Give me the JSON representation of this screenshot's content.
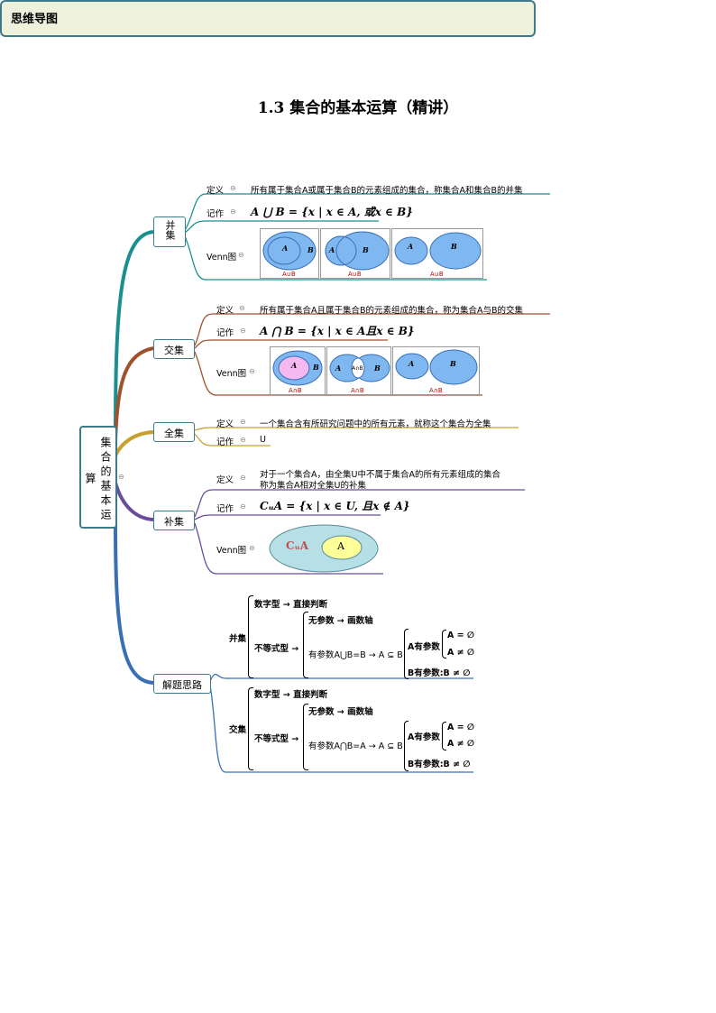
{
  "page_title": "1.3  集合的基本运算（精讲）",
  "section_header": "思维导图",
  "root_node": "集合的基本运算",
  "circle_icon": "⊖",
  "union": {
    "node": "并集",
    "def_label": "定义",
    "def_text": "所有属于集合A或属于集合B的元素组成的集合，称集合A和集合B的并集",
    "notation_label": "记作",
    "notation": "A ⋃ B = {x | x ∈ A, 或x ∈ B}",
    "venn_label": "Venn图",
    "venn_caption": "A∪B"
  },
  "intersection": {
    "node": "交集",
    "def_label": "定义",
    "def_text": "所有属于集合A且属于集合B的元素组成的集合，称为集合A与B的交集",
    "notation_label": "记作",
    "notation": "A ⋂ B = {x | x ∈ A且x ∈ B}",
    "venn_label": "Venn图",
    "venn_caption": "A∩B",
    "venn_mid": "A∩B"
  },
  "universal": {
    "node": "全集",
    "def_label": "定义",
    "def_text": "一个集合含有所研究问题中的所有元素，就称这个集合为全集",
    "notation_label": "记作",
    "notation": "U"
  },
  "complement": {
    "node": "补集",
    "def_label": "定义",
    "def_text_line1": "对于一个集合A，由全集U中不属于集合A的所有元素组成的集合",
    "def_text_line2": "称为集合A相对全集U的补集",
    "notation_label": "记作",
    "notation": "CᵤA = {x | x ∈ U, 且x ∉ A}",
    "venn_label": "Venn图",
    "venn_outer": "CᵤA",
    "venn_inner": "A"
  },
  "approach": {
    "node": "解题思路",
    "union": {
      "label": "并集",
      "numeric": "数字型 → 直接判断",
      "ineq": "不等式型 →",
      "no_param": "无参数 → 画数轴",
      "with_param": "有参数A⋃B=B → A ⊆ B",
      "a_param": "A有参数",
      "a_empty": "A = ∅",
      "a_nonempty": "A ≠ ∅",
      "b_param": "B有参数:B ≠ ∅"
    },
    "intersection": {
      "label": "交集",
      "numeric": "数字型 → 直接判断",
      "ineq": "不等式型 →",
      "no_param": "无参数 → 画数轴",
      "with_param": "有参数A⋂B=A → A ⊆ B",
      "a_param": "A有参数",
      "a_empty": "A = ∅",
      "a_nonempty": "A ≠ ∅",
      "b_param": "B有参数:B ≠ ∅"
    }
  },
  "colors": {
    "header_bg": "#eef2dd",
    "border": "#3c7a8c",
    "union_branch": "#1b8f8f",
    "intersection_branch": "#a0522d",
    "universal_branch": "#c8a030",
    "complement_branch": "#6a4c9c",
    "approach_branch": "#3a6fb5",
    "venn_blue": "#7fb8f0",
    "venn_pink": "#f5b8f0",
    "complement_outer": "#b7dfe6",
    "complement_inner": "#ffff99"
  }
}
